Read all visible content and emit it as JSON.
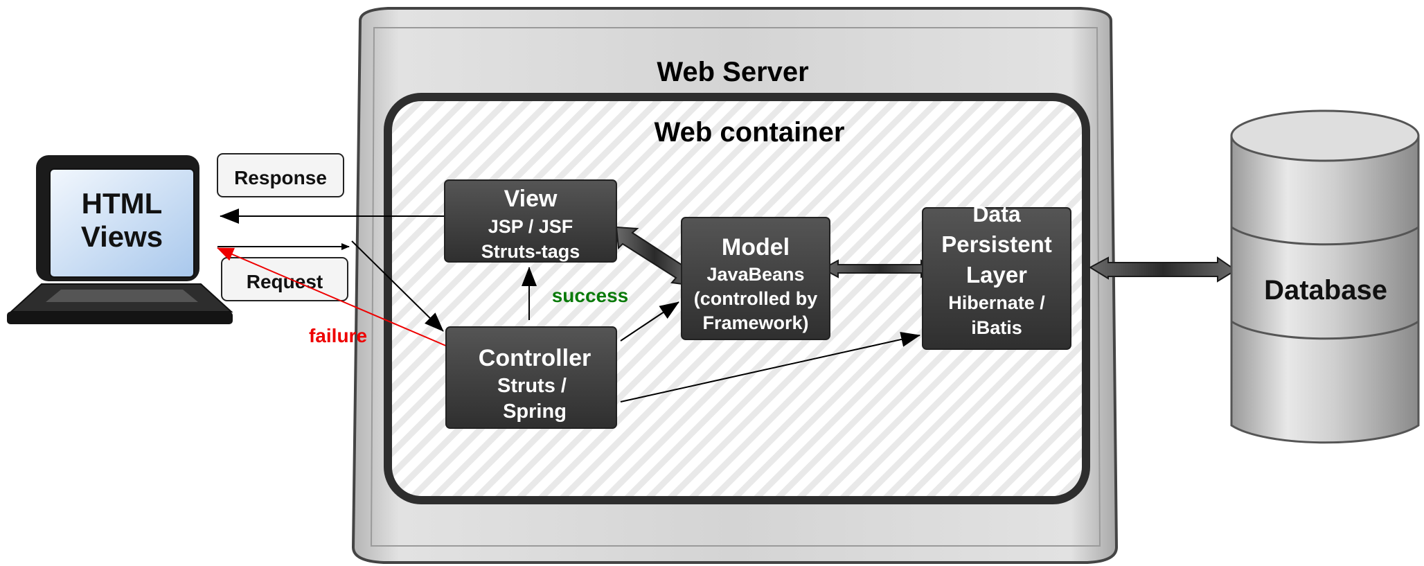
{
  "server": {
    "title": "Web Server"
  },
  "container": {
    "title": "Web container"
  },
  "client": {
    "line1": "HTML",
    "line2": "Views"
  },
  "view": {
    "title": "View",
    "line1": "JSP / JSF",
    "line2": "Struts-tags"
  },
  "controller": {
    "title": "Controller",
    "line1": "Struts /",
    "line2": "Spring"
  },
  "model": {
    "title": "Model",
    "line1": "JavaBeans",
    "line2": "(controlled by",
    "line3": "Framework)"
  },
  "data_layer": {
    "line1": "Data",
    "line2": "Persistent",
    "line3": "Layer",
    "line4": "Hibernate /",
    "line5": "iBatis"
  },
  "database": {
    "label": "Database"
  },
  "labels": {
    "response": "Response",
    "request": "Request",
    "success": "success",
    "failure": "failure"
  },
  "colors": {
    "success": "#0a7a0a",
    "failure": "#ee0000",
    "box": "#3d3d3d",
    "frame": "#555555"
  }
}
